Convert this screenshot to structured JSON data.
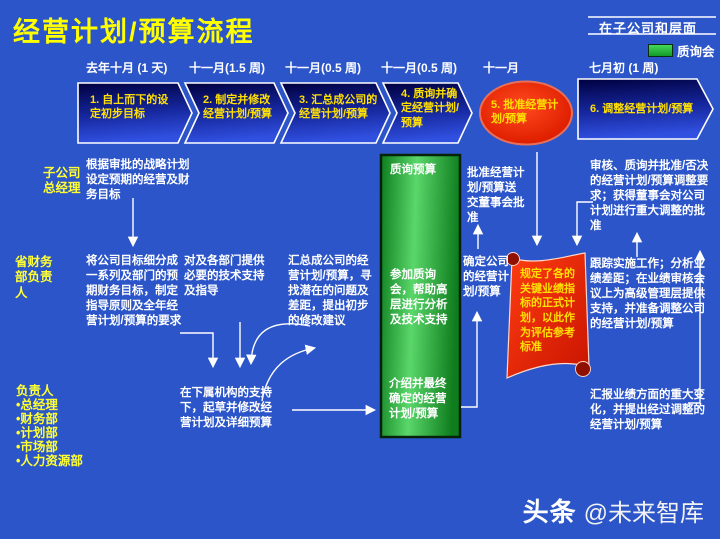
{
  "title": "经营计划/预算流程",
  "header_right": {
    "scope": "在子公司和层面",
    "legend_label": "质询会"
  },
  "timeline": [
    "去年十月 (1 天)",
    "十一月(1.5 周)",
    "十一月(0.5 周)",
    "十一月(0.5 周)",
    "十一月",
    "七月初 (1 周)"
  ],
  "steps": [
    "1. 自上而下的设定初步目标",
    "2. 制定并修改经营计划/预算",
    "3. 汇总成公司的经营计划/预算",
    "4. 质询并确定经营计划/预算",
    "5. 批准经营计划/预算",
    "6. 调整经营计划/预算"
  ],
  "roles": {
    "gm": "子公司总经理",
    "finance_head": "省财务部负责人",
    "resp_title": "负责人",
    "resp_items": [
      "•总经理",
      "•财务部",
      "•计划部",
      "•市场部",
      "•人力资源部"
    ]
  },
  "notes": {
    "gm_goal": "根据审批的战略计划设定预期的经营及财务目标",
    "finance_split": "将公司目标细分成一系列及部门的预期财务目标，制定指导原则及全年经营计划/预算的要求",
    "tech_support": "对及各部门提供必要的技术支持及指导",
    "consolidate": "汇总成公司的经营计划/预算，寻找潜在的问题及差距，提出初步的修改建议",
    "draft": "在下属机构的支持下，起草并修改经营计划及详细预算",
    "approve_board": "批准经营计划/预算送交董事会批准",
    "confirm_plan": "确定公司的经营计划/预算",
    "review_adjust": "审核、质询并批准/否决的经营计划/预算调整要求；获得董事会对公司计划进行重大调整的批准",
    "track": "跟踪实施工作；分析业绩差距；在业绩审核会议上为高级管理层提供支持，并准备调整公司的经营计划/预算",
    "report_changes": "汇报业绩方面的重大变化，并提出经过调整的经营计划/预算"
  },
  "green_panel": {
    "top": "质询预算",
    "mid": "参加质询会，帮助高层进行分析及技术支持",
    "bottom": "介绍并最终确定的经营计划/预算"
  },
  "scroll": {
    "text": "规定了各的关键业绩指标的正式计划，以此作为评估参考标准"
  },
  "watermark": {
    "brand": "头条",
    "handle": "@未来智库"
  },
  "colors": {
    "background": "#2b55c8",
    "step_box_blue": "#16279e",
    "approve_red": "#e02000",
    "panel_green": "#3cc24e",
    "accent_yellow": "#ffe000"
  }
}
